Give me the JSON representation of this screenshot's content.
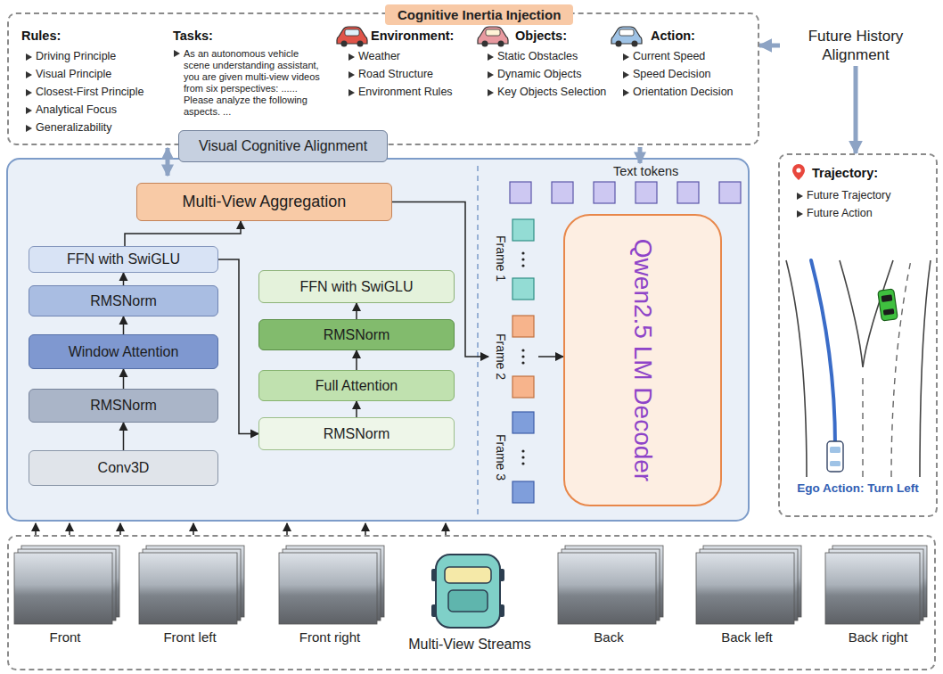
{
  "diagram": {
    "nodes": [
      {
        "text": [
          "Cognitive Inertia Injection",
          "Rules:",
          "Driving Principle",
          "Visual Principle",
          "Closest-First Principle",
          "Analytical Focus",
          "Generalizability",
          "Tasks:",
          "As an autonomous vehicle scene understanding assistant, you are given multi-view videos from six perspectives: ...... Please analyze the following aspects. ...",
          "Environment:",
          "Weather",
          "Road Structure",
          "Environment Rules",
          "Objects:",
          "Static Obstacles",
          "Dynamic Objects",
          "Key Objects Selection",
          "Action:",
          "Current Speed",
          "Speed Decision",
          "Orientation Decision"
        ]
      },
      {
        "text": [
          "Future History Alignment"
        ]
      },
      {
        "text": [
          "Visual Cognitive Alignment"
        ]
      },
      {
        "text": [
          "Multi-View Aggregation"
        ]
      },
      {
        "text": [
          "FFN with SwiGLU"
        ]
      },
      {
        "text": [
          "RMSNorm"
        ]
      },
      {
        "text": [
          "Window Attention"
        ]
      },
      {
        "text": [
          "RMSNorm"
        ]
      },
      {
        "text": [
          "Conv3D"
        ]
      },
      {
        "text": [
          "FFN with SwiGLU"
        ]
      },
      {
        "text": [
          "RMSNorm"
        ]
      },
      {
        "text": [
          "Full Attention"
        ]
      },
      {
        "text": [
          "RMSNorm"
        ]
      },
      {
        "text": [
          "Frame 1"
        ]
      },
      {
        "text": [
          "Frame 2"
        ]
      },
      {
        "text": [
          "Frame 3"
        ]
      },
      {
        "text": [
          "Qwen2.5 LM Decoder"
        ]
      },
      {
        "text": [
          "Trajectory:",
          "Future Trajectory",
          "Future Action",
          "Ego Action: Turn Left"
        ]
      },
      {
        "text": [
          "Front",
          "Front left",
          "Front right",
          "Multi-View Streams",
          "Back",
          "Back left",
          "Back right"
        ]
      }
    ],
    "edges": [
      {
        "from": 1,
        "to": 0,
        "arrow": "to"
      },
      {
        "from": 1,
        "to": 17,
        "arrow": "to"
      },
      {
        "from": 8,
        "to": 7,
        "arrow": "to"
      },
      {
        "from": 7,
        "to": 6,
        "arrow": "to"
      },
      {
        "from": 6,
        "to": 5,
        "arrow": "to"
      },
      {
        "from": 5,
        "to": 4,
        "arrow": "to"
      },
      {
        "from": 4,
        "to": 3,
        "arrow": "to"
      },
      {
        "from": 4,
        "to": 12,
        "arrow": "to"
      },
      {
        "from": 12,
        "to": 11,
        "arrow": "to"
      },
      {
        "from": 11,
        "to": 10,
        "arrow": "to"
      },
      {
        "from": 10,
        "to": 9,
        "arrow": "to"
      },
      {
        "from": 3,
        "to": 14,
        "arrow": "to"
      },
      {
        "from": 14,
        "to": 16,
        "arrow": "to"
      }
    ],
    "labels": [
      "Text tokens"
    ]
  }
}
